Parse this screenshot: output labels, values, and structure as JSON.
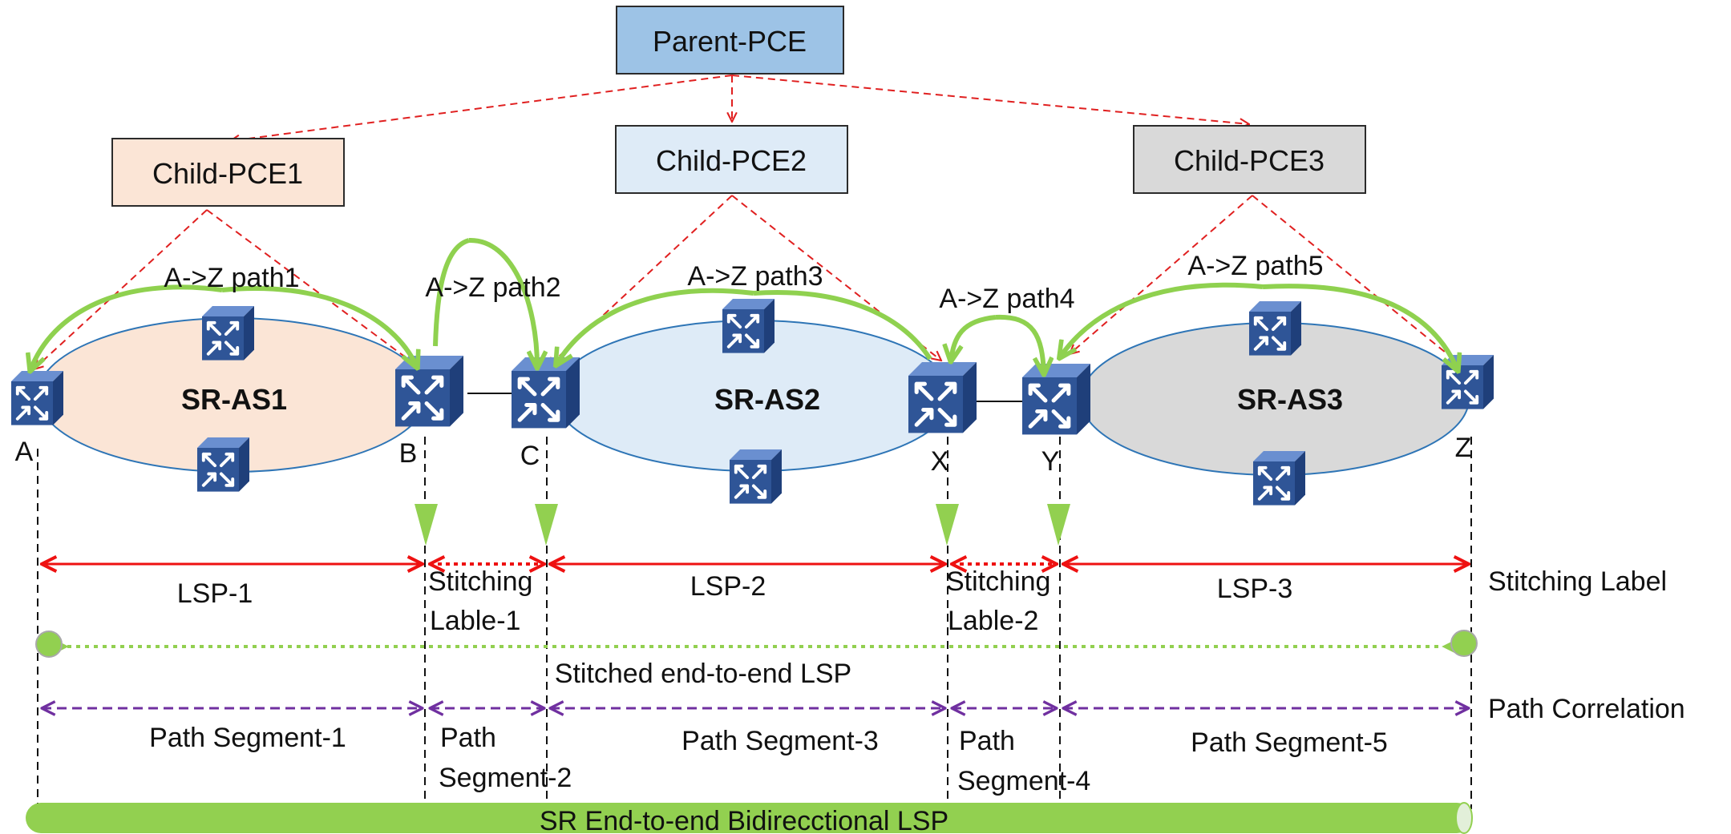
{
  "pce": {
    "parent": "Parent-PCE",
    "child1": "Child-PCE1",
    "child2": "Child-PCE2",
    "child3": "Child-PCE3"
  },
  "domains": {
    "as1": "SR-AS1",
    "as2": "SR-AS2",
    "as3": "SR-AS3"
  },
  "nodes": {
    "a": "A",
    "b": "B",
    "c": "C",
    "x": "X",
    "y": "Y",
    "z": "Z"
  },
  "paths": {
    "p1": "A->Z path1",
    "p2": "A->Z path2",
    "p3": "A->Z path3",
    "p4": "A->Z path4",
    "p5": "A->Z path5"
  },
  "lsps": {
    "lsp1": "LSP-1",
    "lsp2": "LSP-2",
    "lsp3": "LSP-3",
    "stitch1_line1": "Stitching",
    "stitch1_line2": "Lable-1",
    "stitch2_line1": "Stitching",
    "stitch2_line2": "Lable-2"
  },
  "stitched_lsp": "Stitched end-to-end LSP",
  "segments": {
    "s1": "Path Segment-1",
    "s2_line1": "Path",
    "s2_line2": "Segment-2",
    "s3": "Path Segment-3",
    "s4_line1": "Path",
    "s4_line2": "Segment-4",
    "s5": "Path Segment-5"
  },
  "legend": {
    "stitching_label": "Stitching Label",
    "path_correlation": "Path Correlation"
  },
  "bottom_bar": "SR End-to-end  Bidirecctional LSP",
  "colors": {
    "parent_fill": "#9dc3e6",
    "child1_fill": "#fbe5d6",
    "child2_fill": "#deebf7",
    "child3_fill": "#d9d9d9",
    "router": "#2f5597",
    "green": "#92d050",
    "lsp_red": "#ee1111",
    "segment_purple": "#7030a0"
  }
}
